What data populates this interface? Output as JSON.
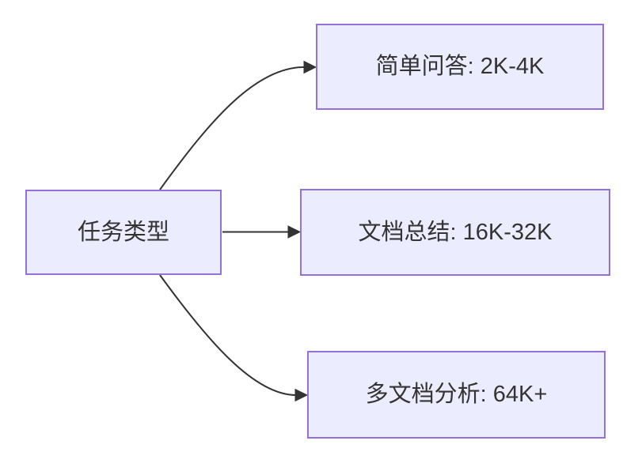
{
  "diagram": {
    "type": "flowchart",
    "direction": "left-to-right",
    "nodes": {
      "root": {
        "label": "任务类型"
      },
      "simple_qa": {
        "label": "简单问答: 2K-4K"
      },
      "doc_summary": {
        "label": "文档总结: 16K-32K"
      },
      "multi_doc": {
        "label": "多文档分析: 64K+"
      }
    },
    "edges": [
      {
        "from": "root",
        "to": "simple_qa",
        "style": "curved-up"
      },
      {
        "from": "root",
        "to": "doc_summary",
        "style": "straight"
      },
      {
        "from": "root",
        "to": "multi_doc",
        "style": "curved-down"
      }
    ],
    "colors": {
      "node_fill": "#ECECFF",
      "node_border": "#9370DB",
      "edge_line": "#333333",
      "text": "#333333",
      "background": "#FFFFFF"
    }
  }
}
